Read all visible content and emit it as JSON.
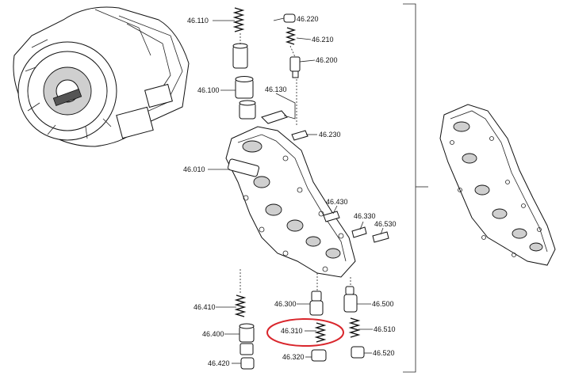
{
  "labels": {
    "l46110": "46.110",
    "l46220": "46.220",
    "l46210": "46.210",
    "l46200": "46.200",
    "l46130": "46.130",
    "l46100": "46.100",
    "l46230": "46.230",
    "l46010": "46.010",
    "l46430": "46.430",
    "l46330": "46.330",
    "l46530": "46.530",
    "l46410": "46.410",
    "l46300": "46.300",
    "l46500": "46.500",
    "l46310": "46.310",
    "l46510": "46.510",
    "l46400": "46.400",
    "l46520": "46.520",
    "l46420": "46.420",
    "l46320": "46.320"
  },
  "highlight_color": "#d9262c"
}
